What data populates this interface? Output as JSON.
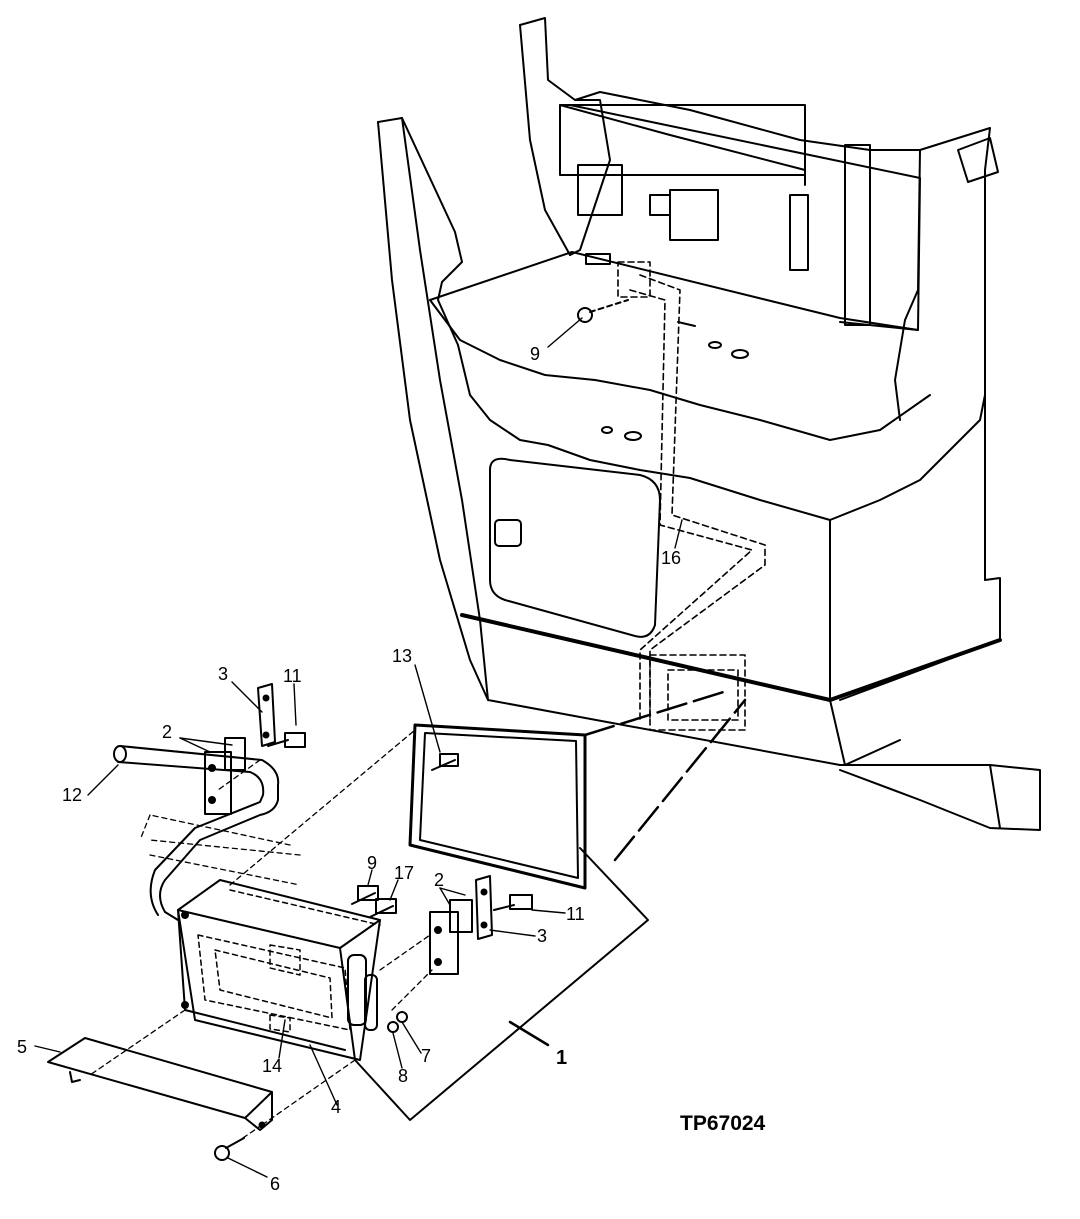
{
  "figure_id": "TP67024",
  "callouts": [
    {
      "id": "c9a",
      "text": "9"
    },
    {
      "id": "c16",
      "text": "16"
    },
    {
      "id": "c13",
      "text": "13"
    },
    {
      "id": "c3a",
      "text": "3"
    },
    {
      "id": "c11a",
      "text": "11"
    },
    {
      "id": "c2a",
      "text": "2"
    },
    {
      "id": "c12",
      "text": "12"
    },
    {
      "id": "c9b",
      "text": "9"
    },
    {
      "id": "c17",
      "text": "17"
    },
    {
      "id": "c2b",
      "text": "2"
    },
    {
      "id": "c11b",
      "text": "11"
    },
    {
      "id": "c3b",
      "text": "3"
    },
    {
      "id": "c5",
      "text": "5"
    },
    {
      "id": "c14",
      "text": "14"
    },
    {
      "id": "c4",
      "text": "4"
    },
    {
      "id": "c8",
      "text": "8"
    },
    {
      "id": "c7",
      "text": "7"
    },
    {
      "id": "c1",
      "text": "1"
    },
    {
      "id": "c6",
      "text": "6"
    }
  ]
}
